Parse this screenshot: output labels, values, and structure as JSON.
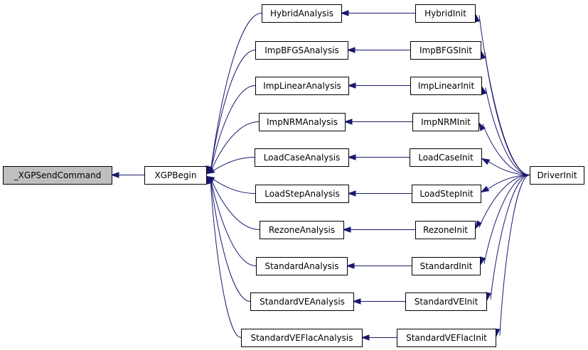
{
  "diagram": {
    "nodes": [
      {
        "id": "xgpsend",
        "label": "_XGPSendCommand",
        "highlighted": true
      },
      {
        "id": "xgpbegin",
        "label": "XGPBegin"
      },
      {
        "id": "hybrid_a",
        "label": "HybridAnalysis"
      },
      {
        "id": "bfgs_a",
        "label": "ImpBFGSAnalysis"
      },
      {
        "id": "linear_a",
        "label": "ImpLinearAnalysis"
      },
      {
        "id": "nrm_a",
        "label": "ImpNRMAnalysis"
      },
      {
        "id": "loadcase_a",
        "label": "LoadCaseAnalysis"
      },
      {
        "id": "loadstep_a",
        "label": "LoadStepAnalysis"
      },
      {
        "id": "rezone_a",
        "label": "RezoneAnalysis"
      },
      {
        "id": "standard_a",
        "label": "StandardAnalysis"
      },
      {
        "id": "standardve_a",
        "label": "StandardVEAnalysis"
      },
      {
        "id": "standardveflac_a",
        "label": "StandardVEFlacAnalysis"
      },
      {
        "id": "hybrid_i",
        "label": "HybridInit"
      },
      {
        "id": "bfgs_i",
        "label": "ImpBFGSInit"
      },
      {
        "id": "linear_i",
        "label": "ImpLinearInit"
      },
      {
        "id": "nrm_i",
        "label": "ImpNRMInit"
      },
      {
        "id": "loadcase_i",
        "label": "LoadCaseInit"
      },
      {
        "id": "loadstep_i",
        "label": "LoadStepInit"
      },
      {
        "id": "rezone_i",
        "label": "RezoneInit"
      },
      {
        "id": "standard_i",
        "label": "StandardInit"
      },
      {
        "id": "standardve_i",
        "label": "StandardVEInit"
      },
      {
        "id": "standardveflac_i",
        "label": "StandardVEFlacInit"
      },
      {
        "id": "driver",
        "label": "DriverInit"
      }
    ],
    "edges": [
      {
        "from": "xgpbegin",
        "to": "xgpsend"
      },
      {
        "from": "hybrid_a",
        "to": "xgpbegin"
      },
      {
        "from": "bfgs_a",
        "to": "xgpbegin"
      },
      {
        "from": "linear_a",
        "to": "xgpbegin"
      },
      {
        "from": "nrm_a",
        "to": "xgpbegin"
      },
      {
        "from": "loadcase_a",
        "to": "xgpbegin"
      },
      {
        "from": "loadstep_a",
        "to": "xgpbegin"
      },
      {
        "from": "rezone_a",
        "to": "xgpbegin"
      },
      {
        "from": "standard_a",
        "to": "xgpbegin"
      },
      {
        "from": "standardve_a",
        "to": "xgpbegin"
      },
      {
        "from": "standardveflac_a",
        "to": "xgpbegin"
      },
      {
        "from": "hybrid_i",
        "to": "hybrid_a"
      },
      {
        "from": "bfgs_i",
        "to": "bfgs_a"
      },
      {
        "from": "linear_i",
        "to": "linear_a"
      },
      {
        "from": "nrm_i",
        "to": "nrm_a"
      },
      {
        "from": "loadcase_i",
        "to": "loadcase_a"
      },
      {
        "from": "loadstep_i",
        "to": "loadstep_a"
      },
      {
        "from": "rezone_i",
        "to": "rezone_a"
      },
      {
        "from": "standard_i",
        "to": "standard_a"
      },
      {
        "from": "standardve_i",
        "to": "standardve_a"
      },
      {
        "from": "standardveflac_i",
        "to": "standardveflac_a"
      },
      {
        "from": "driver",
        "to": "hybrid_i"
      },
      {
        "from": "driver",
        "to": "bfgs_i"
      },
      {
        "from": "driver",
        "to": "linear_i"
      },
      {
        "from": "driver",
        "to": "nrm_i"
      },
      {
        "from": "driver",
        "to": "loadcase_i"
      },
      {
        "from": "driver",
        "to": "loadstep_i"
      },
      {
        "from": "driver",
        "to": "rezone_i"
      },
      {
        "from": "driver",
        "to": "standard_i"
      },
      {
        "from": "driver",
        "to": "standardve_i"
      },
      {
        "from": "driver",
        "to": "standardveflac_i"
      }
    ]
  },
  "colors": {
    "edge": "#191970",
    "node_border": "#000000",
    "node_fill": "#ffffff",
    "highlight_fill": "#bfbfbf"
  }
}
